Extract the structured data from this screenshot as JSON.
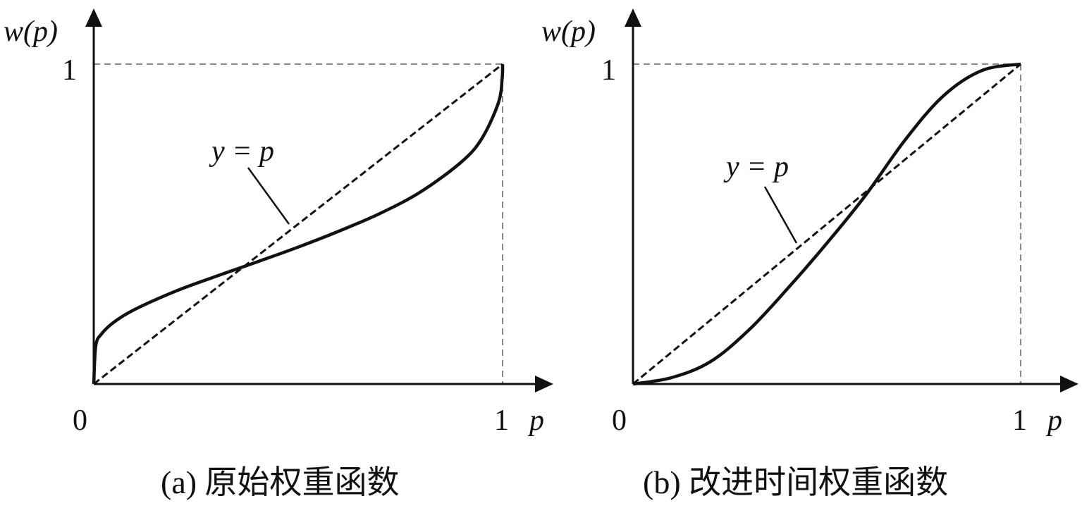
{
  "chart_data": [
    {
      "type": "line",
      "caption": "(a) 原始权重函数",
      "xlabel": "p",
      "ylabel": "w(p)",
      "xlim": [
        0,
        1
      ],
      "ylim": [
        0,
        1
      ],
      "x_ticks": [
        "0",
        "1"
      ],
      "y_ticks": [
        "1"
      ],
      "annotation": "y = p",
      "series": [
        {
          "name": "w(p)",
          "style": "solid",
          "x": [
            0,
            0.005,
            0.02,
            0.05,
            0.1,
            0.2,
            0.3,
            0.4,
            0.5,
            0.6,
            0.7,
            0.8,
            0.9,
            0.95,
            0.99,
            0.999,
            1
          ],
          "y": [
            0,
            0.12,
            0.158,
            0.194,
            0.233,
            0.29,
            0.337,
            0.382,
            0.428,
            0.478,
            0.533,
            0.601,
            0.695,
            0.769,
            0.88,
            0.956,
            1
          ]
        },
        {
          "name": "y = p",
          "style": "dashed",
          "x": [
            0,
            1
          ],
          "y": [
            0,
            1
          ]
        }
      ]
    },
    {
      "type": "line",
      "caption": "(b) 改进时间权重函数",
      "xlabel": "p",
      "ylabel": "w(p)",
      "xlim": [
        0,
        1
      ],
      "ylim": [
        0,
        1
      ],
      "x_ticks": [
        "0",
        "1"
      ],
      "y_ticks": [
        "1"
      ],
      "annotation": "y = p",
      "series": [
        {
          "name": "w(p)",
          "style": "solid",
          "x": [
            0,
            0.1,
            0.2,
            0.3,
            0.4,
            0.5,
            0.6,
            0.7,
            0.8,
            0.9,
            1
          ],
          "y": [
            0,
            0.02,
            0.07,
            0.17,
            0.3,
            0.44,
            0.59,
            0.76,
            0.9,
            0.98,
            1
          ]
        },
        {
          "name": "y = p",
          "style": "dashed",
          "x": [
            0,
            1
          ],
          "y": [
            0,
            1
          ]
        }
      ]
    }
  ]
}
